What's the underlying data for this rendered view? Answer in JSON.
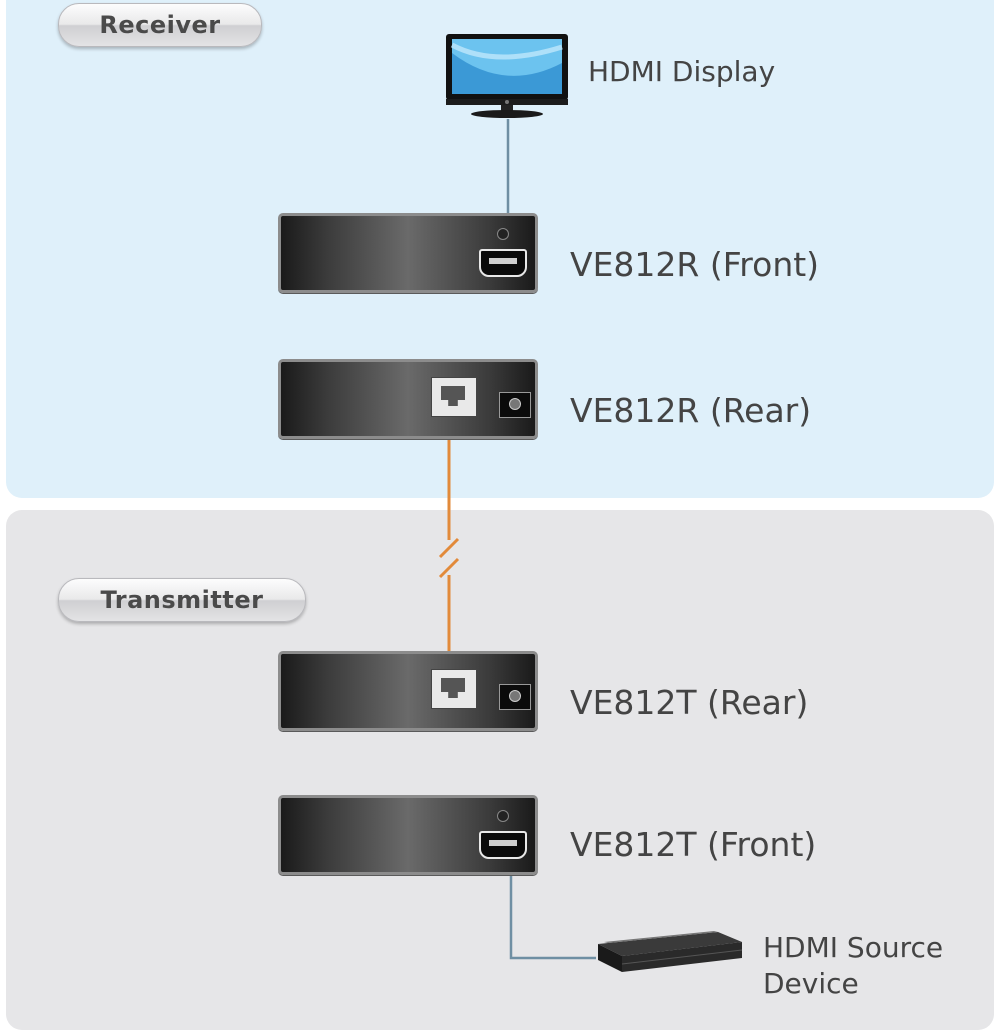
{
  "sections": {
    "receiver": {
      "title": "Receiver"
    },
    "transmitter": {
      "title": "Transmitter"
    }
  },
  "devices": {
    "receiver_front": {
      "label": "VE812R (Front)"
    },
    "receiver_rear": {
      "label": "VE812R (Rear)"
    },
    "transmitter_rear": {
      "label": "VE812T (Rear)"
    },
    "transmitter_front": {
      "label": "VE812T (Front)"
    }
  },
  "endpoints": {
    "display": {
      "label": "HDMI Display"
    },
    "source": {
      "line1": "HDMI Source",
      "line2": "Device"
    }
  },
  "colors": {
    "receiver_bg": "#dff0fa",
    "transmitter_bg": "#e6e6e8",
    "hdmi_cable": "#6f8fa3",
    "cat_cable": "#e28a3a"
  }
}
